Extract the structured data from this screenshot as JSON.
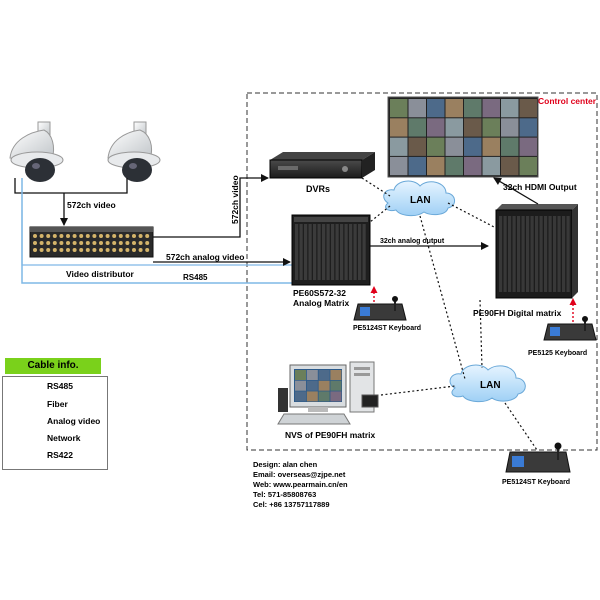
{
  "labels": {
    "control_center": "Control center",
    "feed_572ch_video": "572ch video",
    "feed_572ch_vertical": "572ch video",
    "analog_572ch": "572ch analog video",
    "dvrs": "DVRs",
    "lan_top": "LAN",
    "lan_bottom": "LAN",
    "hdmi_output": "32ch HDMI Output",
    "analog_output_32": "32ch analog output",
    "video_distributor": "Video distributor",
    "rs485": "RS485",
    "analog_matrix_model": "PE60S572-32",
    "analog_matrix_name": "Analog Matrix",
    "digital_matrix": "PE90FH Digital matrix",
    "keyboard_1": "PE5124ST Keyboard",
    "keyboard_2": "PE5125 Keyboard",
    "keyboard_3": "PE5124ST Keyboard",
    "nvs": "NVS of PE90FH matrix"
  },
  "legend": {
    "title": "Cable info.",
    "items": [
      {
        "label": "RS485",
        "color": "#7fb8e6",
        "style": "solid-arrow"
      },
      {
        "label": "Fiber",
        "color": "#e0001a",
        "style": "solid"
      },
      {
        "label": "Analog  video",
        "color": "#1a2a55",
        "style": "solid-arrow"
      },
      {
        "label": "Network",
        "color": "#000000",
        "style": "dotted"
      },
      {
        "label": "RS422",
        "color": "#e0001a",
        "style": "dotted"
      }
    ]
  },
  "contact": {
    "design": "Design: alan chen",
    "email": "Email: overseas@zjpe.net",
    "web": "Web: www.pearmain.cn/en",
    "tel": "Tel: 571-85808763",
    "cel": "Cel: +86 13757117889"
  }
}
